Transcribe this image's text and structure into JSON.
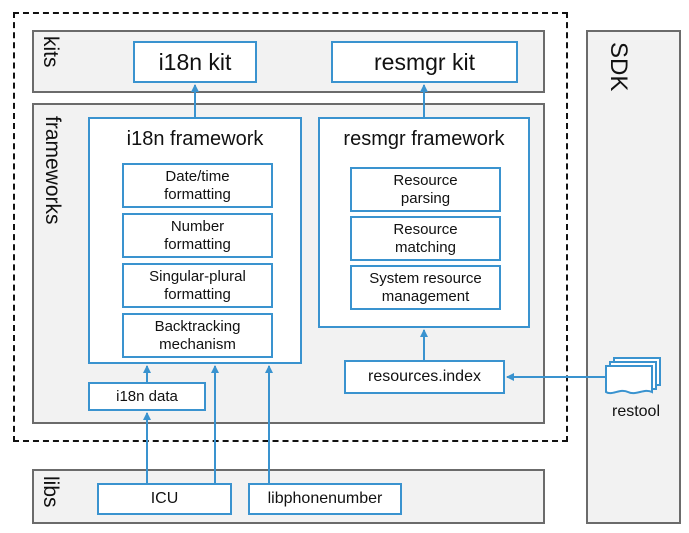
{
  "layers": {
    "kits": "kits",
    "frameworks": "frameworks",
    "libs": "libs",
    "sdk": "SDK"
  },
  "kits": {
    "i18n_kit": "i18n kit",
    "resmgr_kit": "resmgr kit"
  },
  "i18n_framework": {
    "title": "i18n framework",
    "modules": [
      "Date/time\nformatting",
      "Number\nformatting",
      "Singular-plural\nformatting",
      "Backtracking\nmechanism"
    ],
    "data": "i18n data"
  },
  "resmgr_framework": {
    "title": "resmgr framework",
    "modules": [
      "Resource\nparsing",
      "Resource\nmatching",
      "System resource\nmanagement"
    ],
    "index": "resources.index"
  },
  "libs": {
    "icu": "ICU",
    "libphonenumber": "libphonenumber"
  },
  "sdk": {
    "tool": "restool"
  },
  "colors": {
    "accent": "#3a93cf",
    "layer_border": "#6b6b6b",
    "layer_fill": "#f2f2f2"
  }
}
